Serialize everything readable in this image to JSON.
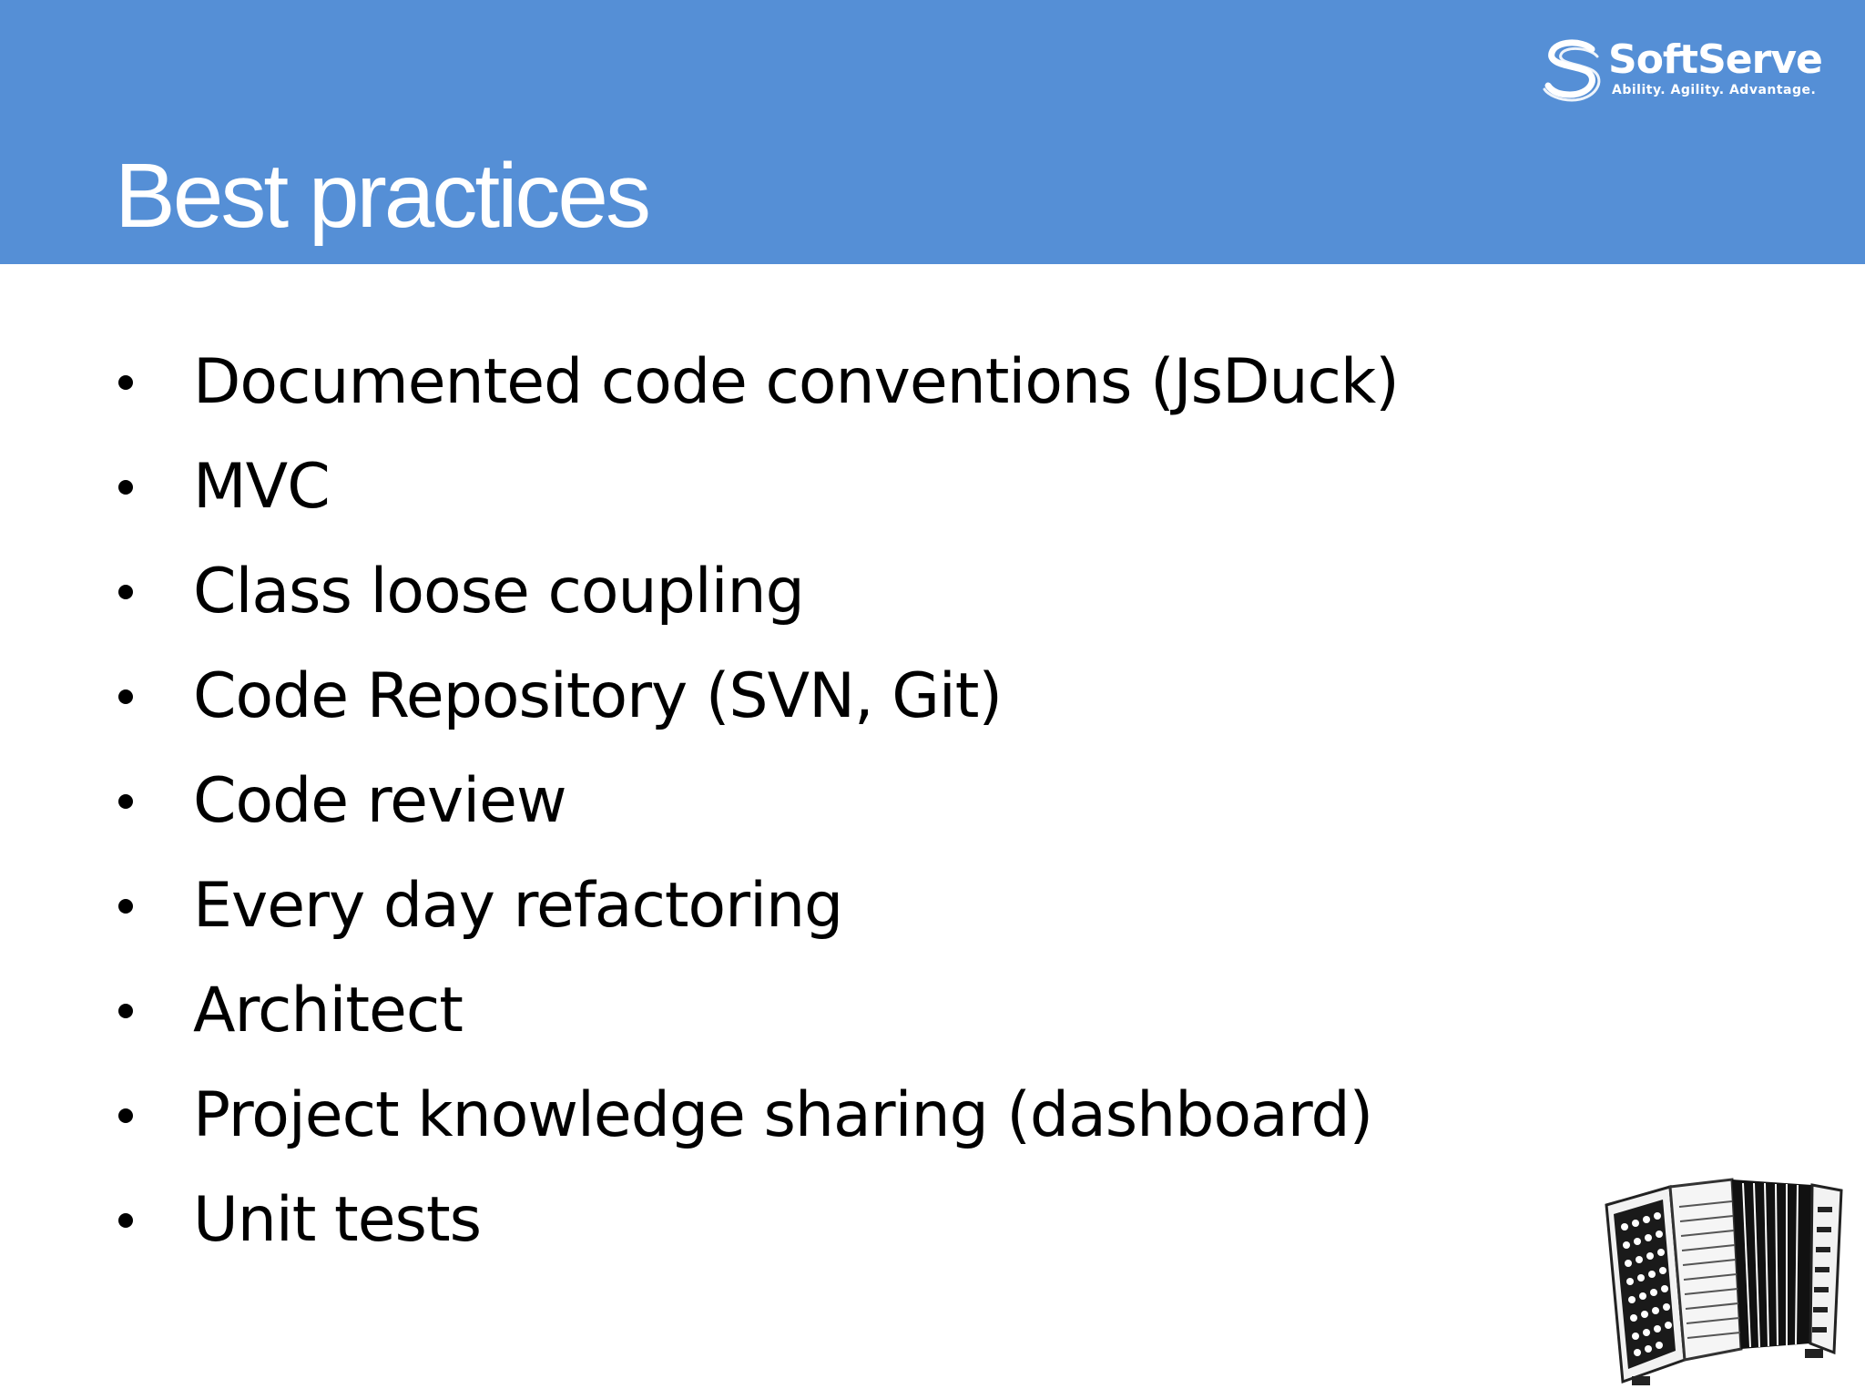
{
  "slide": {
    "title": "Best practices",
    "logo": {
      "name": "SoftServe",
      "tagline": "Ability. Agility. Advantage."
    },
    "bullets": [
      "Documented code conventions (JsDuck)",
      "MVC",
      "Class loose coupling",
      "Code Repository (SVN, Git)",
      "Code review",
      "Every day refactoring",
      "Architect",
      "Project knowledge sharing (dashboard)",
      "Unit tests"
    ],
    "image": {
      "icon": "accordion-icon"
    }
  },
  "colors": {
    "header_background": "#558fd6",
    "title_text": "#ffffff",
    "body_text": "#000000",
    "background": "#ffffff"
  }
}
